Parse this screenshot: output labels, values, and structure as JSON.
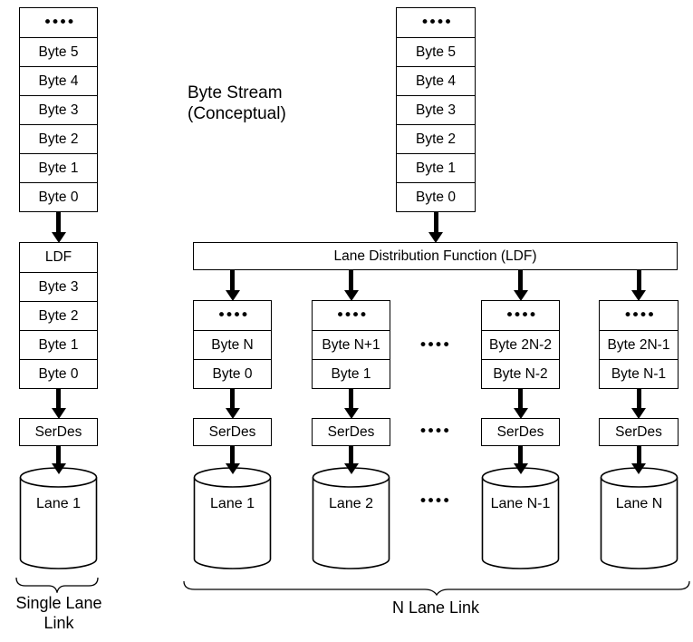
{
  "caption": {
    "line1": "Byte Stream",
    "line2": "(Conceptual)"
  },
  "ellipsis": "••••",
  "single_lane": {
    "byte_stream": [
      "Byte 5",
      "Byte 4",
      "Byte 3",
      "Byte 2",
      "Byte 1",
      "Byte 0"
    ],
    "ldf_stack": [
      "LDF",
      "Byte 3",
      "Byte 2",
      "Byte 1",
      "Byte 0"
    ],
    "serdes_label": "SerDes",
    "lane_label": "Lane 1",
    "brace_label_line1": "Single Lane",
    "brace_label_line2": "Link"
  },
  "n_lane": {
    "byte_stream": [
      "Byte 5",
      "Byte 4",
      "Byte 3",
      "Byte 2",
      "Byte 1",
      "Byte 0"
    ],
    "ldf_label": "Lane Distribution Function (LDF)",
    "columns": [
      {
        "top_cell": "Byte N",
        "bottom_cell": "Byte 0",
        "serdes_label": "SerDes",
        "lane_label": "Lane 1"
      },
      {
        "top_cell": "Byte N+1",
        "bottom_cell": "Byte 1",
        "serdes_label": "SerDes",
        "lane_label": "Lane 2"
      },
      {
        "top_cell": "Byte 2N-2",
        "bottom_cell": "Byte N-2",
        "serdes_label": "SerDes",
        "lane_label": "Lane N-1"
      },
      {
        "top_cell": "Byte 2N-1",
        "bottom_cell": "Byte N-1",
        "serdes_label": "SerDes",
        "lane_label": "Lane N"
      }
    ],
    "brace_label": "N Lane Link"
  },
  "colors": {
    "ink": "#000000",
    "background": "#ffffff"
  }
}
